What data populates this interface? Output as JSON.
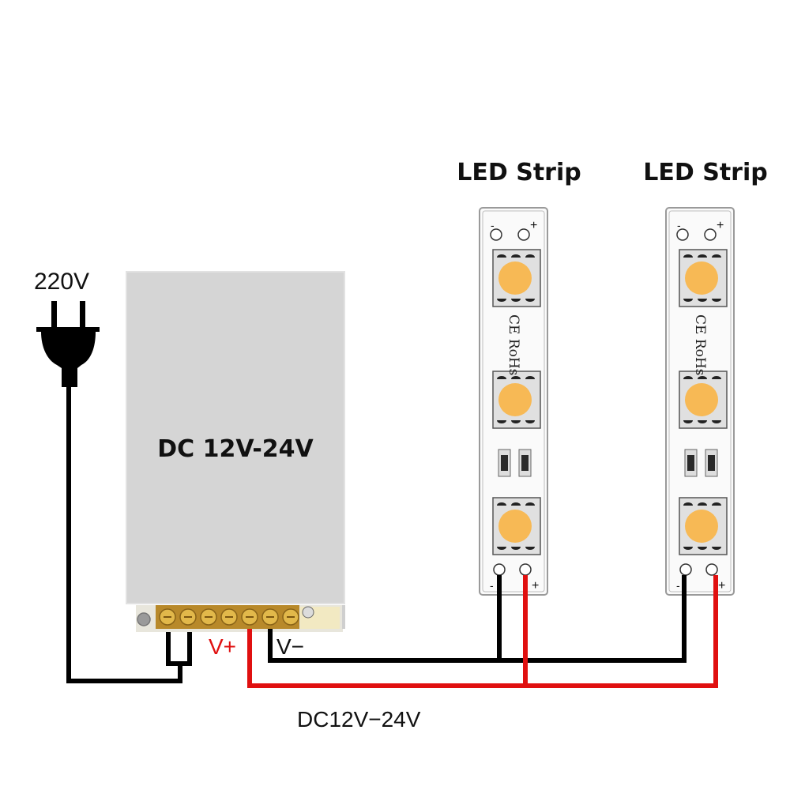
{
  "diagram": {
    "title": "LED strip wiring diagram",
    "mains_label": "220V",
    "power_supply": {
      "label": "DC 12V-24V",
      "terminal_count": 7,
      "positive_label": "V+",
      "negative_label": "V−"
    },
    "output_label": "DC12V−24V",
    "strips": [
      {
        "label": "LED Strip",
        "marking": "CE RoHs",
        "top_minus": "-",
        "top_plus": "+",
        "bottom_minus": "-",
        "bottom_plus": "+",
        "led_count": 3
      },
      {
        "label": "LED Strip",
        "marking": "CE RoHs",
        "top_minus": "-",
        "top_plus": "+",
        "bottom_minus": "-",
        "bottom_plus": "+",
        "led_count": 3
      }
    ],
    "colors": {
      "wire_negative": "#000000",
      "wire_positive": "#e01010",
      "led": "#f7b955",
      "power_supply_body": "#d6d6d6",
      "terminal_block": "#c99a2e"
    }
  }
}
